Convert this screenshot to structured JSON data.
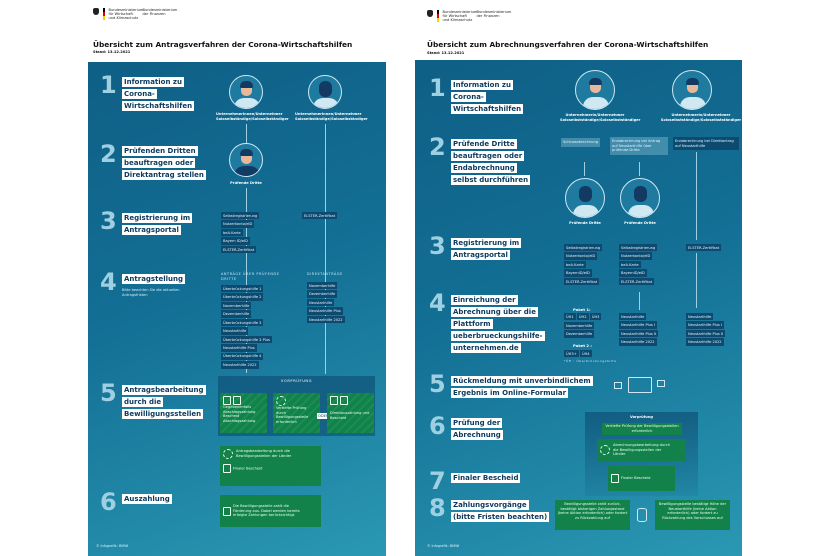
{
  "left": {
    "logo": {
      "ministry1": "Bundesministerium für Wirtschaft und Klimaschutz",
      "ministry2": "Bundesministerium der Finanzen"
    },
    "title": "Übersicht zum Antragsverfahren der Corona-Wirtschaftshilfen",
    "stand": "Stand: 13.12.2021",
    "steps": [
      {
        "n": "1",
        "lines": [
          "Information zu",
          "Corona-",
          "Wirtschaftshilfen"
        ]
      },
      {
        "n": "2",
        "lines": [
          "Prüfenden Dritten",
          "beauftragen oder",
          "Direktantrag stellen"
        ]
      },
      {
        "n": "3",
        "lines": [
          "Registrierung im",
          "Antragsportal"
        ]
      },
      {
        "n": "4",
        "lines": [
          "Antragstellung"
        ],
        "note": "Bitte beachten Sie die aktuellen Antragsfristen"
      },
      {
        "n": "5",
        "lines": [
          "Antragsbearbeitung",
          "durch die",
          "Bewilligungsstellen"
        ]
      },
      {
        "n": "6",
        "lines": [
          "Auszahlung"
        ]
      }
    ],
    "persons": {
      "a": "Unternehmerinnen/Unternehmer Soloselbständige/Soloselbständiger",
      "b": "Unternehmerinnen/Unternehmer Soloselbständige/Soloselbständiger",
      "third": "Prüfende Dritte"
    },
    "reg_a": [
      "Selbstregistrierung",
      "Nutzerkonto/eID",
      "beA-Karte",
      "Bayern ID/eID",
      "ELSTER-Zertifikat"
    ],
    "reg_b": [
      "ELSTER-Zertifikat"
    ],
    "head_a": "ANTRÄGE ÜBER PRÜFENDE DRITTE",
    "head_b": "DIREKTANTRÄGE",
    "apps_a": [
      "Überbrückungshilfe 1",
      "Überbrückungshilfe 2",
      "Novemberhilfe",
      "Dezemberhilfe",
      "Überbrückungshilfe 3",
      "Neustarthilfe",
      "Überbrückungshilfe 3 Plus",
      "Neustarthilfe Plus",
      "Überbrückungshilfe 4",
      "Neustarthilfe 2022"
    ],
    "apps_b": [
      "Novemberhilfe",
      "Dezemberhilfe",
      "Neustarthilfe",
      "Neustarthilfe Plus",
      "Neustarthilfe 2022"
    ],
    "vorpruefung": "VORPRÜFUNG",
    "oder": "ODER",
    "box1": "Gegebenenfalls Abschlagszahlung Bescheid Abschlagszahlung",
    "box2": "Vertiefte Prüfung durch Bewilligungsstelle erforderlich",
    "box3": "Direktauszahlung und Bescheid",
    "box4": "Antragsbearbeitung durch die Bewilligungsstellen der Länder",
    "box4b": "Finaler Bescheid",
    "box5": "Die Bewilligungsstelle zahlt die Förderung aus. Dabei werden bereits erfolgte Zahlungen berücksichtigt.",
    "footer": "© Infografik: BMWi"
  },
  "right": {
    "logo": {
      "ministry1": "Bundesministerium für Wirtschaft und Klimaschutz",
      "ministry2": "Bundesministerium der Finanzen"
    },
    "title": "Übersicht zum Abrechnungsverfahren der Corona-Wirtschaftshilfen",
    "stand": "Stand: 13.12.2021",
    "steps": [
      {
        "n": "1",
        "lines": [
          "Information zu",
          "Corona-",
          "Wirtschaftshilfen"
        ]
      },
      {
        "n": "2",
        "lines": [
          "Prüfende Dritte",
          "beauftragen oder",
          "Endabrechnung",
          "selbst durchführen"
        ]
      },
      {
        "n": "3",
        "lines": [
          "Registrierung im",
          "Antragsportal"
        ]
      },
      {
        "n": "4",
        "lines": [
          "Einreichung der",
          "Abrechnung über die",
          "Plattform",
          "ueberbrueckungshilfe-",
          "unternehmen.de"
        ]
      },
      {
        "n": "5",
        "lines": [
          "Rückmeldung mit unverbindlichem",
          "Ergebnis im Online-Formular"
        ]
      },
      {
        "n": "6",
        "lines": [
          "Prüfung der",
          "Abrechnung"
        ]
      },
      {
        "n": "7",
        "lines": [
          "Finaler Bescheid"
        ]
      },
      {
        "n": "8",
        "lines": [
          "Zahlungsvorgänge",
          "(bitte Fristen beachten)"
        ]
      }
    ],
    "persons": {
      "a": "Unternehmerin/Unternehmer Soloselbstständige/Soloselbstständiger",
      "b": "Unternehmerin/Unternehmer Soloselbstständige/Soloselbstständiger",
      "third1": "Prüfende Dritte",
      "third2": "Prüfende Dritte"
    },
    "tags": {
      "t1": "Schlussabrechnung",
      "t2": "Endabrechnung bei Antrag auf Neustarthilfe über prüfende Dritte",
      "t3": "Endabrechnung bei Direktantrag auf Neustarthilfe"
    },
    "reg1": [
      "Selbstregistrierung",
      "Nutzerkonto/eID",
      "beA-Karte",
      "BayernID/eID",
      "ELSTER-Zertifikat"
    ],
    "reg2": [
      "Selbstregistrierung",
      "Nutzerkonto/eID",
      "beA-Karte",
      "BayernID/eID",
      "ELSTER-Zertifikat"
    ],
    "reg3": [
      "ELSTER-Zertifikat"
    ],
    "paket1": "Paket 1:",
    "paket1_oh": [
      "ÜH1",
      "ÜH2",
      "ÜH3"
    ],
    "paket1_more": [
      "Novemberhilfe",
      "Dezemberhilfe"
    ],
    "paket2": "Paket 2 :",
    "paket2_oh": [
      "ÜH3+",
      "ÜH4"
    ],
    "paket_note": "*ÜH : Überbrückungshilfe",
    "nsh2": [
      "Neustarthilfe",
      "Neustarthilfe Plus I",
      "Neustarthilfe Plus II",
      "Neustarthilfe 2022"
    ],
    "nsh3": [
      "Neustarthilfe",
      "Neustarthilfe Plus I",
      "Neustarthilfe Plus II",
      "Neustarthilfe 2022"
    ],
    "vorpruefung": "Vorprüfung",
    "vp1": "Vertiefte Prüfung der Bewilligungsstellen erforderlich",
    "vp2": "Abrechnungsbearbeitung durch die Bewilligungsstellen der Länder",
    "vp3": "Finaler Bescheid",
    "pay1": "Bewilligungsstelle zahlt zurück, bestätigt bisherigen Zahlungsstand (keine Aktion erforderlich) oder fordert zu Rückzahlung auf",
    "pay2": "Bewilligungsstelle bestätigt Höhe der Neustarthilfe (keine Aktion erforderlich) oder fordert zu Rückzahlung des Vorschusses auf",
    "footer": "© Infografik: BMWi"
  },
  "colors": {
    "panel": "#136f95",
    "green": "#12824a",
    "label_text": "#0c3a5c",
    "list_bg": "#0d4a70"
  }
}
